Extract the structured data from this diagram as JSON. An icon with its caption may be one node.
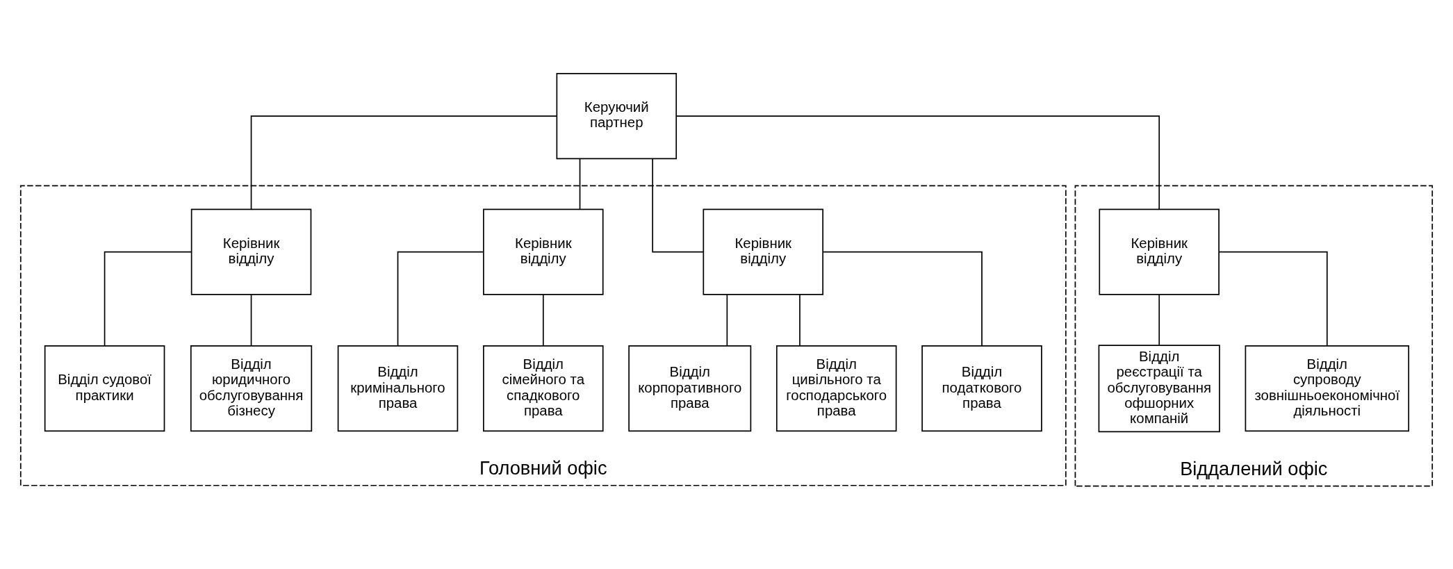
{
  "diagram": {
    "nodes": [
      {
        "text": [
          "Керуючий партнер"
        ]
      },
      {
        "text": [
          "Головний офіс"
        ]
      },
      {
        "text": [
          "Керівник відділу"
        ],
        "in": 1
      },
      {
        "text": [
          "Керівник відділу"
        ],
        "in": 1
      },
      {
        "text": [
          "Керівник відділу"
        ],
        "in": 1
      },
      {
        "text": [
          "Відділ корпоративного права"
        ],
        "in": 1
      },
      {
        "text": [
          "Відділ цивільного та господарського права"
        ],
        "in": 1
      },
      {
        "text": [
          "Відділ податкового права"
        ],
        "in": 1
      },
      {
        "text": [
          "Відділ кримінального права"
        ],
        "in": 1
      },
      {
        "text": [
          "Відділ сімейного та спадкового права"
        ],
        "in": 1
      },
      {
        "text": [
          "Відділ судової практики"
        ],
        "in": 1
      },
      {
        "text": [
          "Відділ юридичного обслуговування бізнесу"
        ],
        "in": 1
      },
      {
        "text": [
          "Віддалений офіс"
        ]
      },
      {
        "text": [
          "Керівник відділу"
        ],
        "in": 12
      },
      {
        "text": [
          "Відділ реєстрації та обслуговування офшорних компаній"
        ],
        "in": 12
      },
      {
        "text": [
          "Відділ супроводу зовнішньоекономічної діяльності"
        ],
        "in": 12
      }
    ],
    "edges": [
      {
        "from": 0,
        "to": 2,
        "arrow": "none"
      },
      {
        "from": 0,
        "to": 3,
        "arrow": "none"
      },
      {
        "from": 0,
        "to": 4,
        "arrow": "none"
      },
      {
        "from": 0,
        "to": 13,
        "arrow": "none"
      },
      {
        "from": 2,
        "to": 5,
        "arrow": "none"
      },
      {
        "from": 2,
        "to": 6,
        "arrow": "none"
      },
      {
        "from": 2,
        "to": 7,
        "arrow": "none"
      },
      {
        "from": 3,
        "to": 8,
        "arrow": "none"
      },
      {
        "from": 3,
        "to": 9,
        "arrow": "none"
      },
      {
        "from": 4,
        "to": 10,
        "arrow": "none"
      },
      {
        "from": 4,
        "to": 11,
        "arrow": "none"
      },
      {
        "from": 13,
        "to": 14,
        "arrow": "none"
      },
      {
        "from": 13,
        "to": 15,
        "arrow": "none"
      }
    ]
  }
}
